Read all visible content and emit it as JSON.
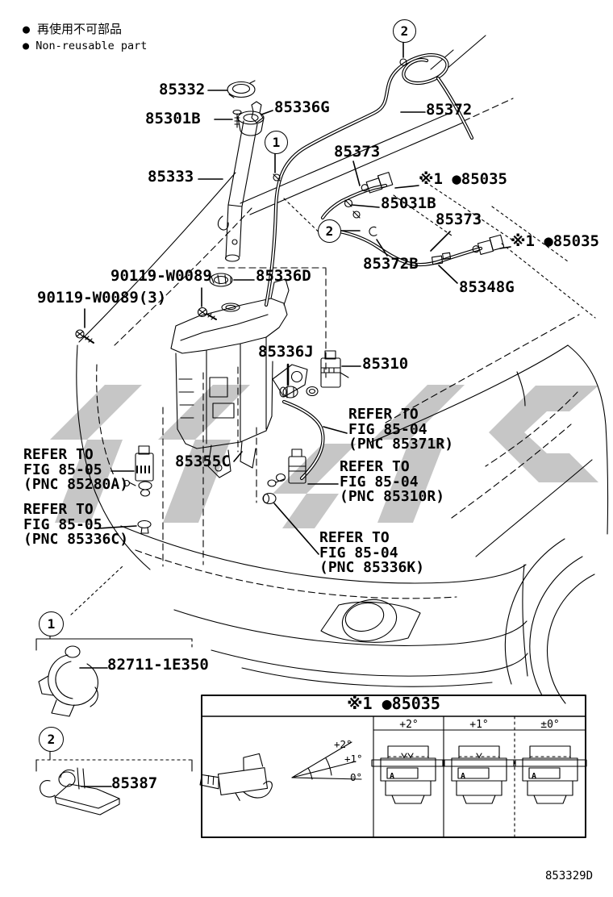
{
  "colors": {
    "background": "#ffffff",
    "line": "#000000",
    "watermark": "#c6c6c6"
  },
  "legend": {
    "jp": "● 再使用不可部品",
    "en": "● Non-reusable part"
  },
  "callouts": {
    "c1": "1",
    "c2": "2"
  },
  "parts": {
    "p85332": "85332",
    "p85301B": "85301B",
    "p85336G": "85336G",
    "p85372": "85372",
    "p85373": "85373",
    "p85035": "※1 ●85035",
    "p85031B": "85031B",
    "p85372B": "85372B",
    "p85348G": "85348G",
    "p85333": "85333",
    "p90119": "90119-W0089",
    "p90119x3": "90119-W0089(3)",
    "p85336D": "85336D",
    "p85336J": "85336J",
    "p85310": "85310",
    "p85355C": "85355C",
    "p82711": "82711-1E350",
    "p85387": "85387"
  },
  "refers": {
    "r85371R": {
      "l1": "REFER TO",
      "l2": "FIG 85-04",
      "l3": "(PNC 85371R)"
    },
    "r85280A": {
      "l1": "REFER TO",
      "l2": "FIG 85-05",
      "l3": "(PNC 85280A)"
    },
    "r85310R": {
      "l1": "REFER TO",
      "l2": "FIG 85-04",
      "l3": "(PNC 85310R)"
    },
    "r85336C": {
      "l1": "REFER TO",
      "l2": "FIG 85-05",
      "l3": "(PNC 85336C)"
    },
    "r85336K": {
      "l1": "REFER TO",
      "l2": "FIG 85-04",
      "l3": "(PNC 85336K)"
    }
  },
  "table": {
    "header": "※1 ●85035",
    "columns": [
      "+2°",
      "+1°",
      "±0°"
    ],
    "angle_labels": [
      "+2°",
      "+1°",
      "0°"
    ],
    "nozzle_mark": "A"
  },
  "doc_number": "853329D"
}
